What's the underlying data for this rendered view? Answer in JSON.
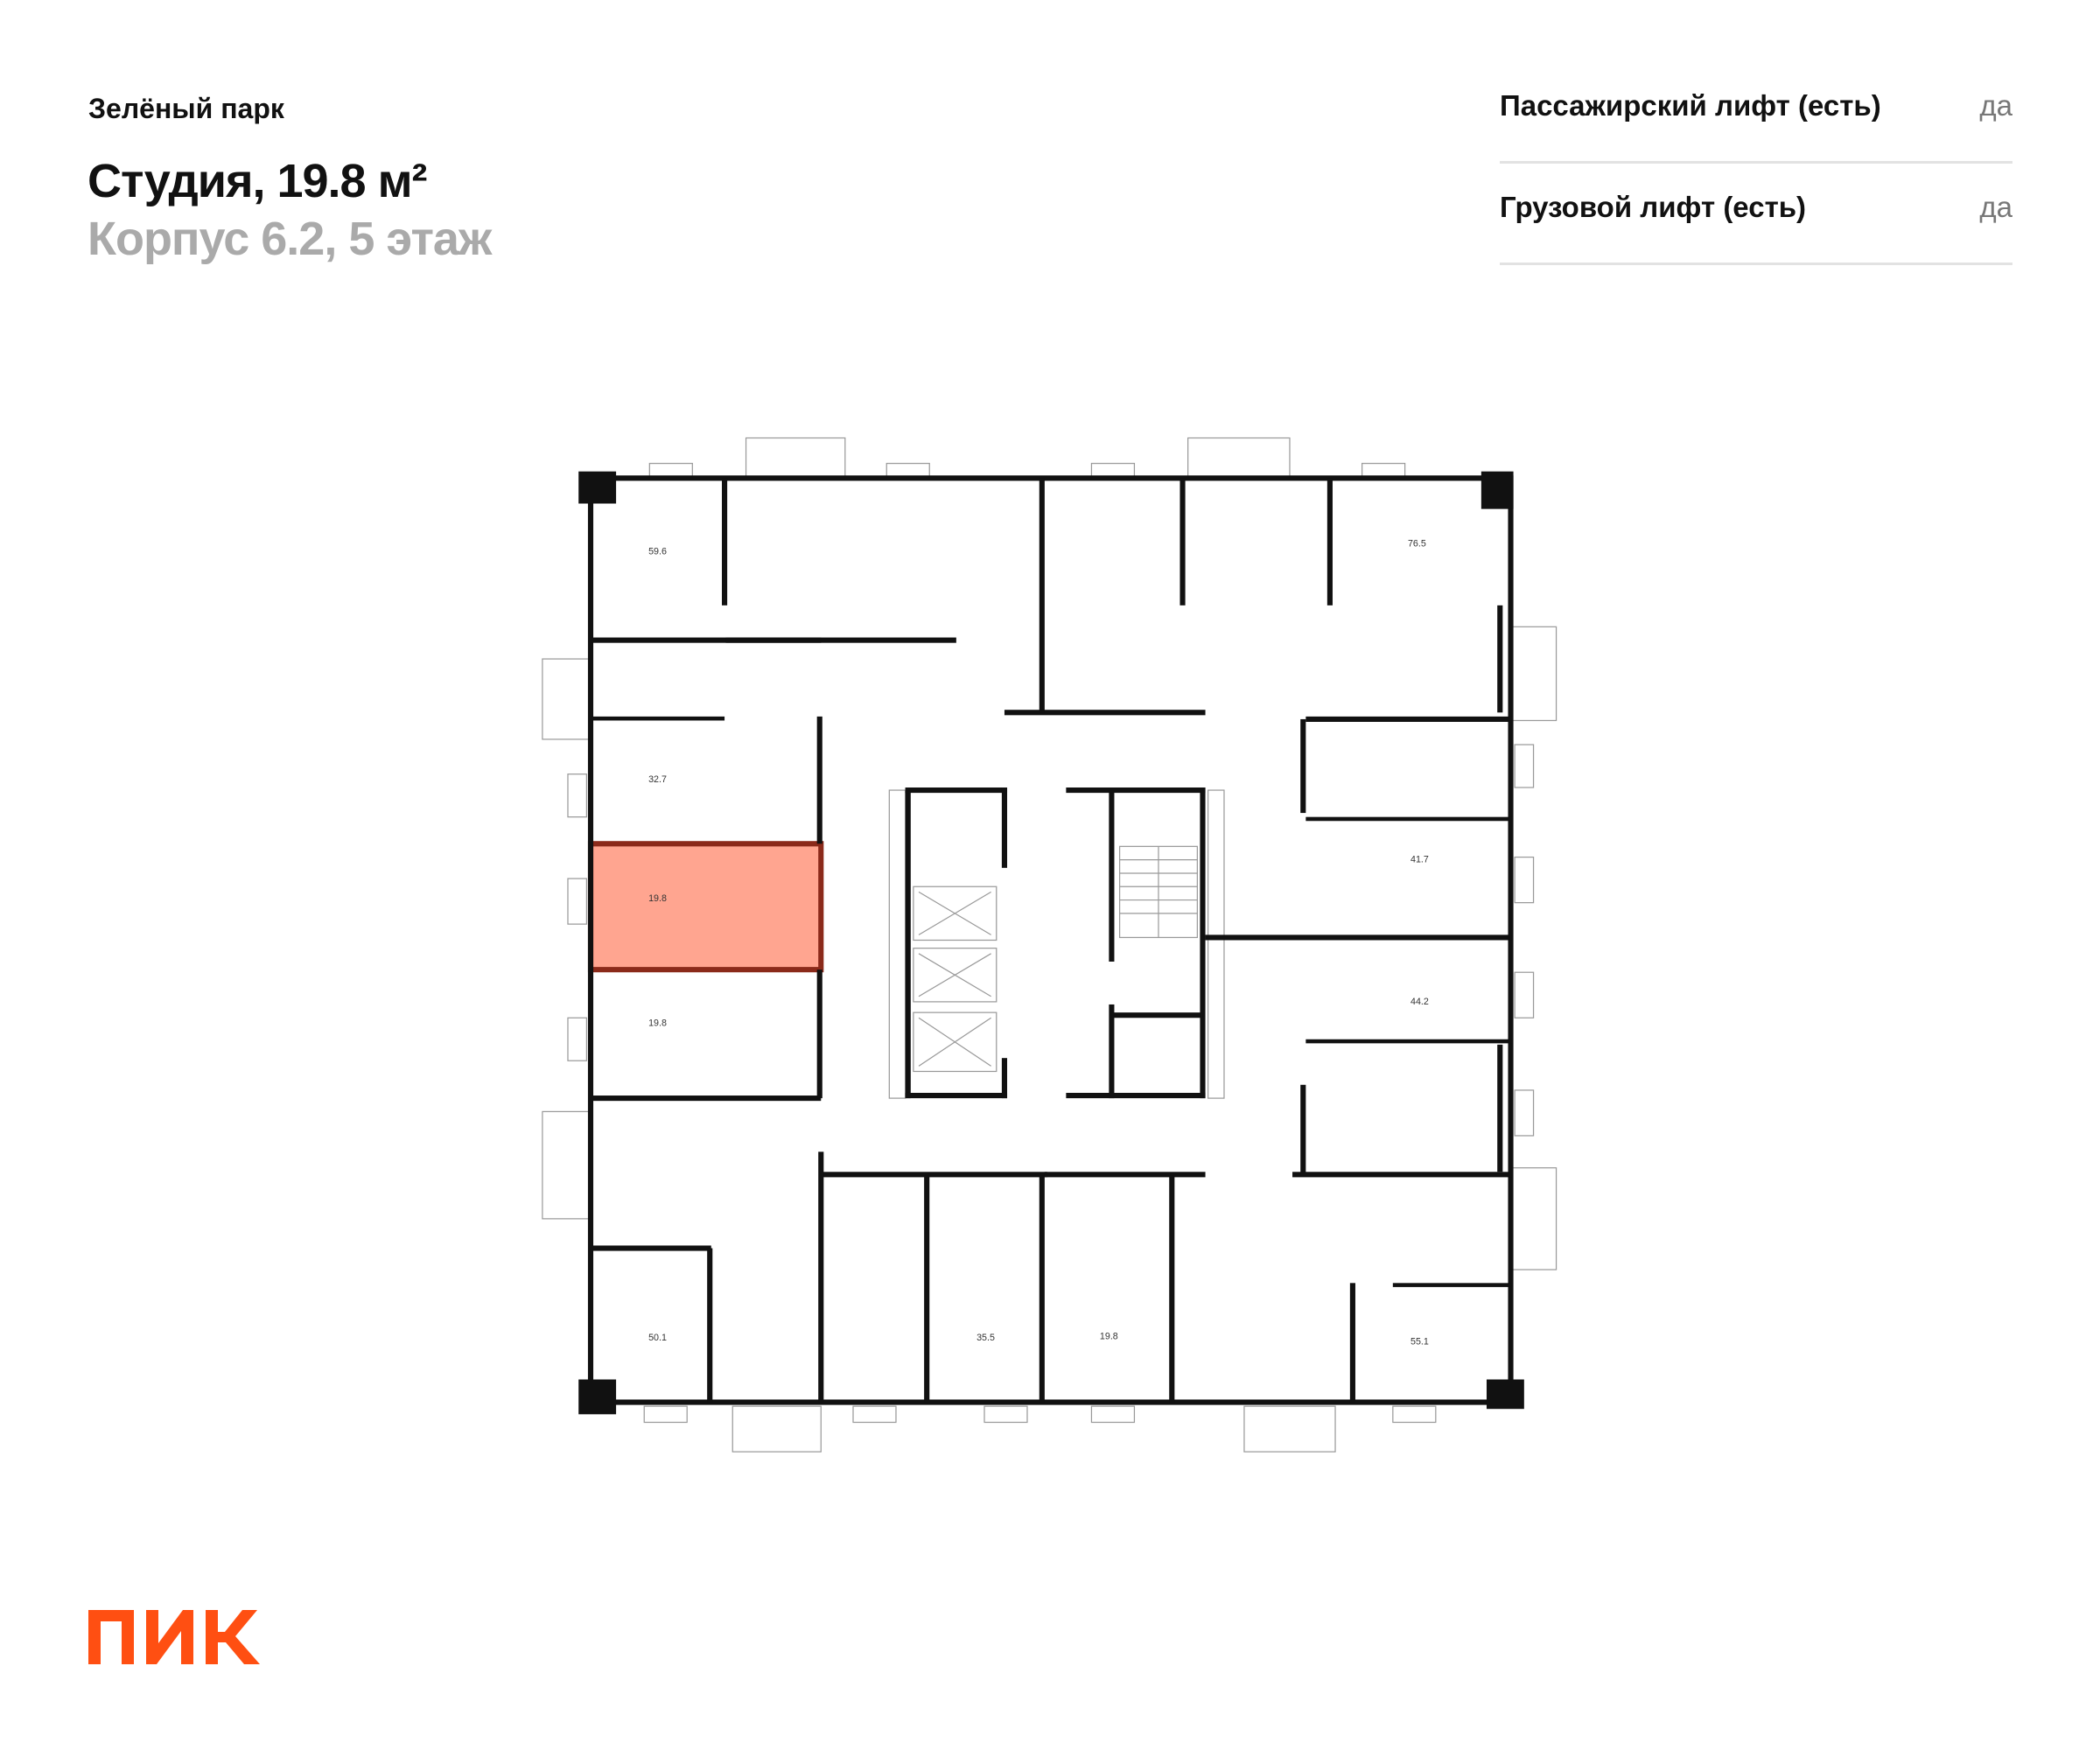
{
  "header": {
    "project": "Зелёный парк",
    "title": "Студия, 19.8 м²",
    "subtitle": "Корпус 6.2, 5 этаж"
  },
  "features": [
    {
      "label": "Пассажирский лифт (есть)",
      "value": "да"
    },
    {
      "label": "Грузовой лифт (есть)",
      "value": "да"
    }
  ],
  "floorplan": {
    "highlight_color": "#FFA590",
    "highlight_border": "#8B2A1A",
    "rooms": [
      "59.6",
      "76.5",
      "32.7",
      "19.8",
      "41.7",
      "44.2",
      "19.8",
      "50.1",
      "35.5",
      "19.8",
      "55.1"
    ],
    "selected_room": "19.8"
  },
  "logo": {
    "text": "ПИК",
    "color": "#FF4F12"
  }
}
